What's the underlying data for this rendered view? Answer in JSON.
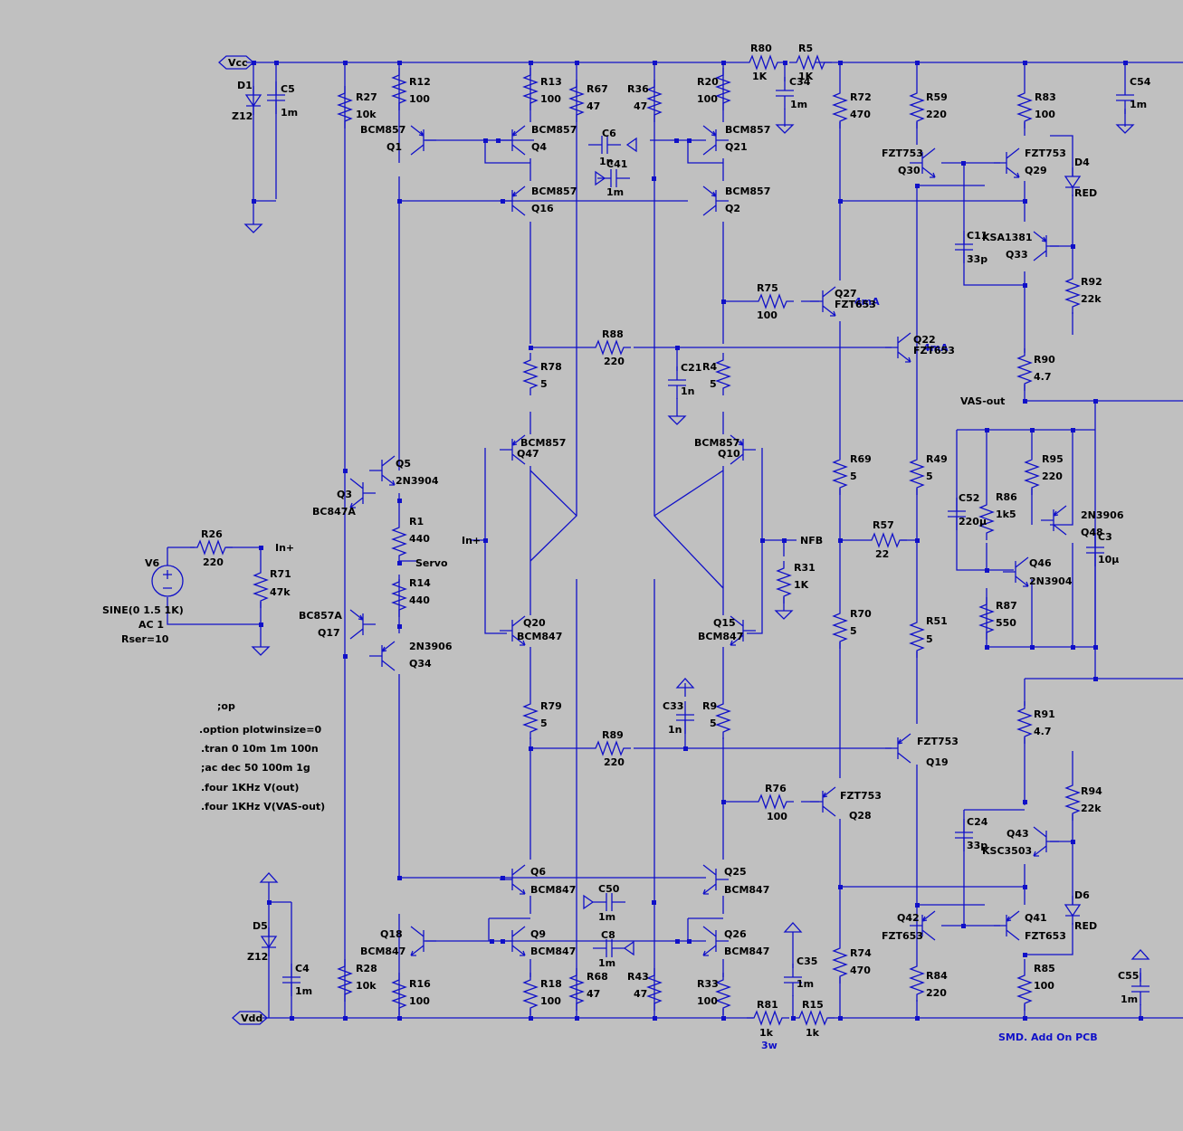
{
  "colors": {
    "background": "#c0c0c0",
    "wire": "#1010c8",
    "text": "#000000",
    "note": "#1010c8"
  },
  "rails": {
    "vcc": "Vcc",
    "vdd": "Vdd"
  },
  "net_labels": {
    "in_plus_1": "In+",
    "in_plus_2": "In+",
    "servo": "Servo",
    "nfb": "NFB",
    "vas_out": "VAS-out"
  },
  "sources": {
    "v6": "V6",
    "v6_spec": "SINE(0 1.5 1K)",
    "v6_ac": "AC 1",
    "v6_rser": "Rser=10"
  },
  "spice": [
    ";op",
    ".option plotwinsize=0",
    ".tran 0 10m 1m 100n",
    ";ac dec 50 100m 1g",
    ".four 1KHz V(out)",
    ".four 1KHz V(VAS-out)"
  ],
  "notes": {
    "smd": "SMD. Add On PCB",
    "r81_power": "3w",
    "q27_current": "4mA",
    "q22_current": "4mA"
  },
  "resistors": [
    {
      "id": "R27",
      "value": "10k"
    },
    {
      "id": "R12",
      "value": "100"
    },
    {
      "id": "R13",
      "value": "100"
    },
    {
      "id": "R67",
      "value": "47"
    },
    {
      "id": "R36",
      "value": "47"
    },
    {
      "id": "R20",
      "value": "100"
    },
    {
      "id": "R80",
      "value": "1K"
    },
    {
      "id": "R5",
      "value": "1K"
    },
    {
      "id": "R72",
      "value": "470"
    },
    {
      "id": "R59",
      "value": "220"
    },
    {
      "id": "R83",
      "value": "100"
    },
    {
      "id": "R92",
      "value": "22k"
    },
    {
      "id": "R75",
      "value": "100"
    },
    {
      "id": "R88",
      "value": "220"
    },
    {
      "id": "R78",
      "value": "5"
    },
    {
      "id": "R4",
      "value": "5"
    },
    {
      "id": "R90",
      "value": "4.7"
    },
    {
      "id": "R69",
      "value": "5"
    },
    {
      "id": "R49",
      "value": "5"
    },
    {
      "id": "R95",
      "value": "220"
    },
    {
      "id": "R86",
      "value": "1k5"
    },
    {
      "id": "R57",
      "value": "22"
    },
    {
      "id": "R1",
      "value": "440"
    },
    {
      "id": "R14",
      "value": "440"
    },
    {
      "id": "R26",
      "value": "220"
    },
    {
      "id": "R71",
      "value": "47k"
    },
    {
      "id": "R31",
      "value": "1K"
    },
    {
      "id": "R87",
      "value": "550"
    },
    {
      "id": "R70",
      "value": "5"
    },
    {
      "id": "R51",
      "value": "5"
    },
    {
      "id": "R91",
      "value": "4.7"
    },
    {
      "id": "R79",
      "value": "5"
    },
    {
      "id": "R9",
      "value": "5"
    },
    {
      "id": "R89",
      "value": "220"
    },
    {
      "id": "R76",
      "value": "100"
    },
    {
      "id": "R94",
      "value": "22k"
    },
    {
      "id": "R28",
      "value": "10k"
    },
    {
      "id": "R16",
      "value": "100"
    },
    {
      "id": "R18",
      "value": "100"
    },
    {
      "id": "R68",
      "value": "47"
    },
    {
      "id": "R43",
      "value": "47"
    },
    {
      "id": "R33",
      "value": "100"
    },
    {
      "id": "R81",
      "value": "1k"
    },
    {
      "id": "R15",
      "value": "1k"
    },
    {
      "id": "R74",
      "value": "470"
    },
    {
      "id": "R84",
      "value": "220"
    },
    {
      "id": "R85",
      "value": "100"
    }
  ],
  "capacitors": [
    {
      "id": "C5",
      "value": "1m"
    },
    {
      "id": "C34",
      "value": "1m"
    },
    {
      "id": "C54",
      "value": "1m"
    },
    {
      "id": "C6",
      "value": "1n"
    },
    {
      "id": "C41",
      "value": "1m"
    },
    {
      "id": "C11",
      "value": "33p"
    },
    {
      "id": "C21",
      "value": "1n"
    },
    {
      "id": "C52",
      "value": "220µ"
    },
    {
      "id": "C3",
      "value": "10µ"
    },
    {
      "id": "C33",
      "value": "1n"
    },
    {
      "id": "C24",
      "value": "33p"
    },
    {
      "id": "C50",
      "value": "1m"
    },
    {
      "id": "C8",
      "value": "1m"
    },
    {
      "id": "C35",
      "value": "1m"
    },
    {
      "id": "C4",
      "value": "1m"
    },
    {
      "id": "C55",
      "value": "1m"
    }
  ],
  "diodes": [
    {
      "id": "D1",
      "value": "Z12"
    },
    {
      "id": "D5",
      "value": "Z12"
    },
    {
      "id": "D4",
      "value": "RED"
    },
    {
      "id": "D6",
      "value": "RED"
    }
  ],
  "transistors": [
    {
      "id": "Q1",
      "model": "BCM857"
    },
    {
      "id": "Q4",
      "model": "BCM857"
    },
    {
      "id": "Q21",
      "model": "BCM857"
    },
    {
      "id": "Q16",
      "model": "BCM857"
    },
    {
      "id": "Q2",
      "model": "BCM857"
    },
    {
      "id": "Q30",
      "model": "FZT753"
    },
    {
      "id": "Q29",
      "model": "FZT753"
    },
    {
      "id": "Q33",
      "model": "KSA1381"
    },
    {
      "id": "Q27",
      "model": "FZT653"
    },
    {
      "id": "Q22",
      "model": "FZT653"
    },
    {
      "id": "Q47",
      "model": "BCM857"
    },
    {
      "id": "Q10",
      "model": "BCM857"
    },
    {
      "id": "Q5",
      "model": "2N3904"
    },
    {
      "id": "Q3",
      "model": "BC847A"
    },
    {
      "id": "Q48",
      "model": "2N3906"
    },
    {
      "id": "Q46",
      "model": "2N3904"
    },
    {
      "id": "Q17",
      "model": "BC857A"
    },
    {
      "id": "Q34",
      "model": "2N3906"
    },
    {
      "id": "Q20",
      "model": "BCM847"
    },
    {
      "id": "Q15",
      "model": "BCM847"
    },
    {
      "id": "Q19",
      "model": "FZT753"
    },
    {
      "id": "Q28",
      "model": "FZT753"
    },
    {
      "id": "Q43",
      "model": "KSC3503"
    },
    {
      "id": "Q6",
      "model": "BCM847"
    },
    {
      "id": "Q25",
      "model": "BCM847"
    },
    {
      "id": "Q42",
      "model": "FZT653"
    },
    {
      "id": "Q41",
      "model": "FZT653"
    },
    {
      "id": "Q18",
      "model": "BCM847"
    },
    {
      "id": "Q9",
      "model": "BCM847"
    },
    {
      "id": "Q26",
      "model": "BCM847"
    }
  ]
}
